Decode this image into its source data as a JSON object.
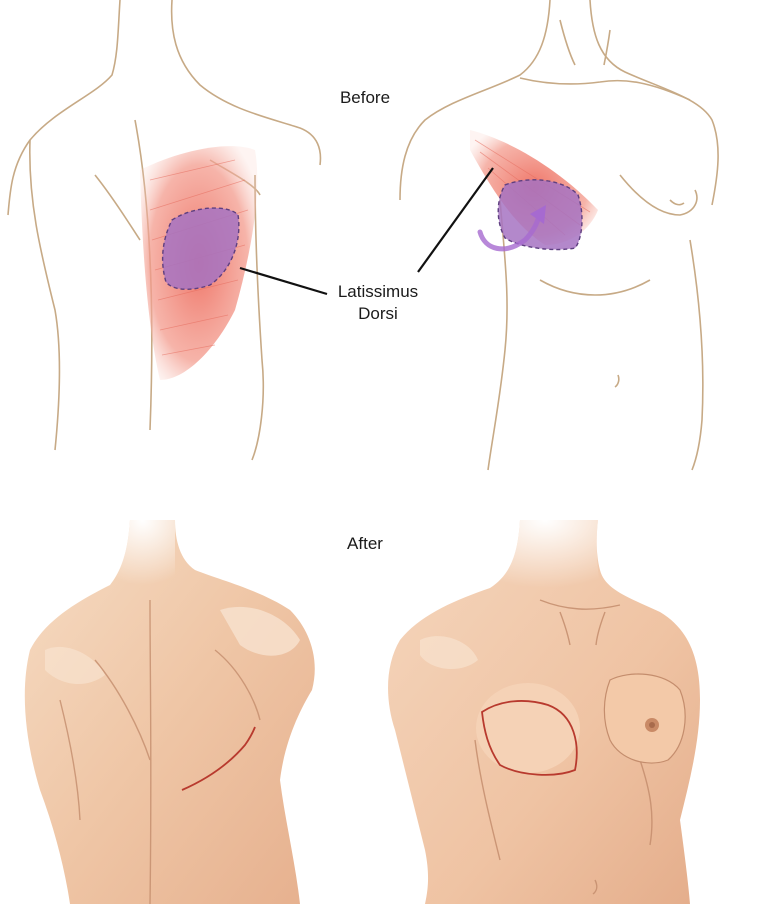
{
  "labels": {
    "before": "Before",
    "after": "After",
    "muscle_line1": "Latissimus",
    "muscle_line2": "Dorsi"
  },
  "colors": {
    "outline": "#c7aa86",
    "muscle": "#ef7a6c",
    "muscle_light": "#f6b3a6",
    "flap": "#a673c2",
    "flap_edge": "#6a4a8a",
    "skin": "#f2cfb1",
    "skin_shadow": "#d9a88a",
    "incision": "#b83a2e",
    "leader": "#111111"
  },
  "icons": [
    "rotation-arrow-icon"
  ]
}
